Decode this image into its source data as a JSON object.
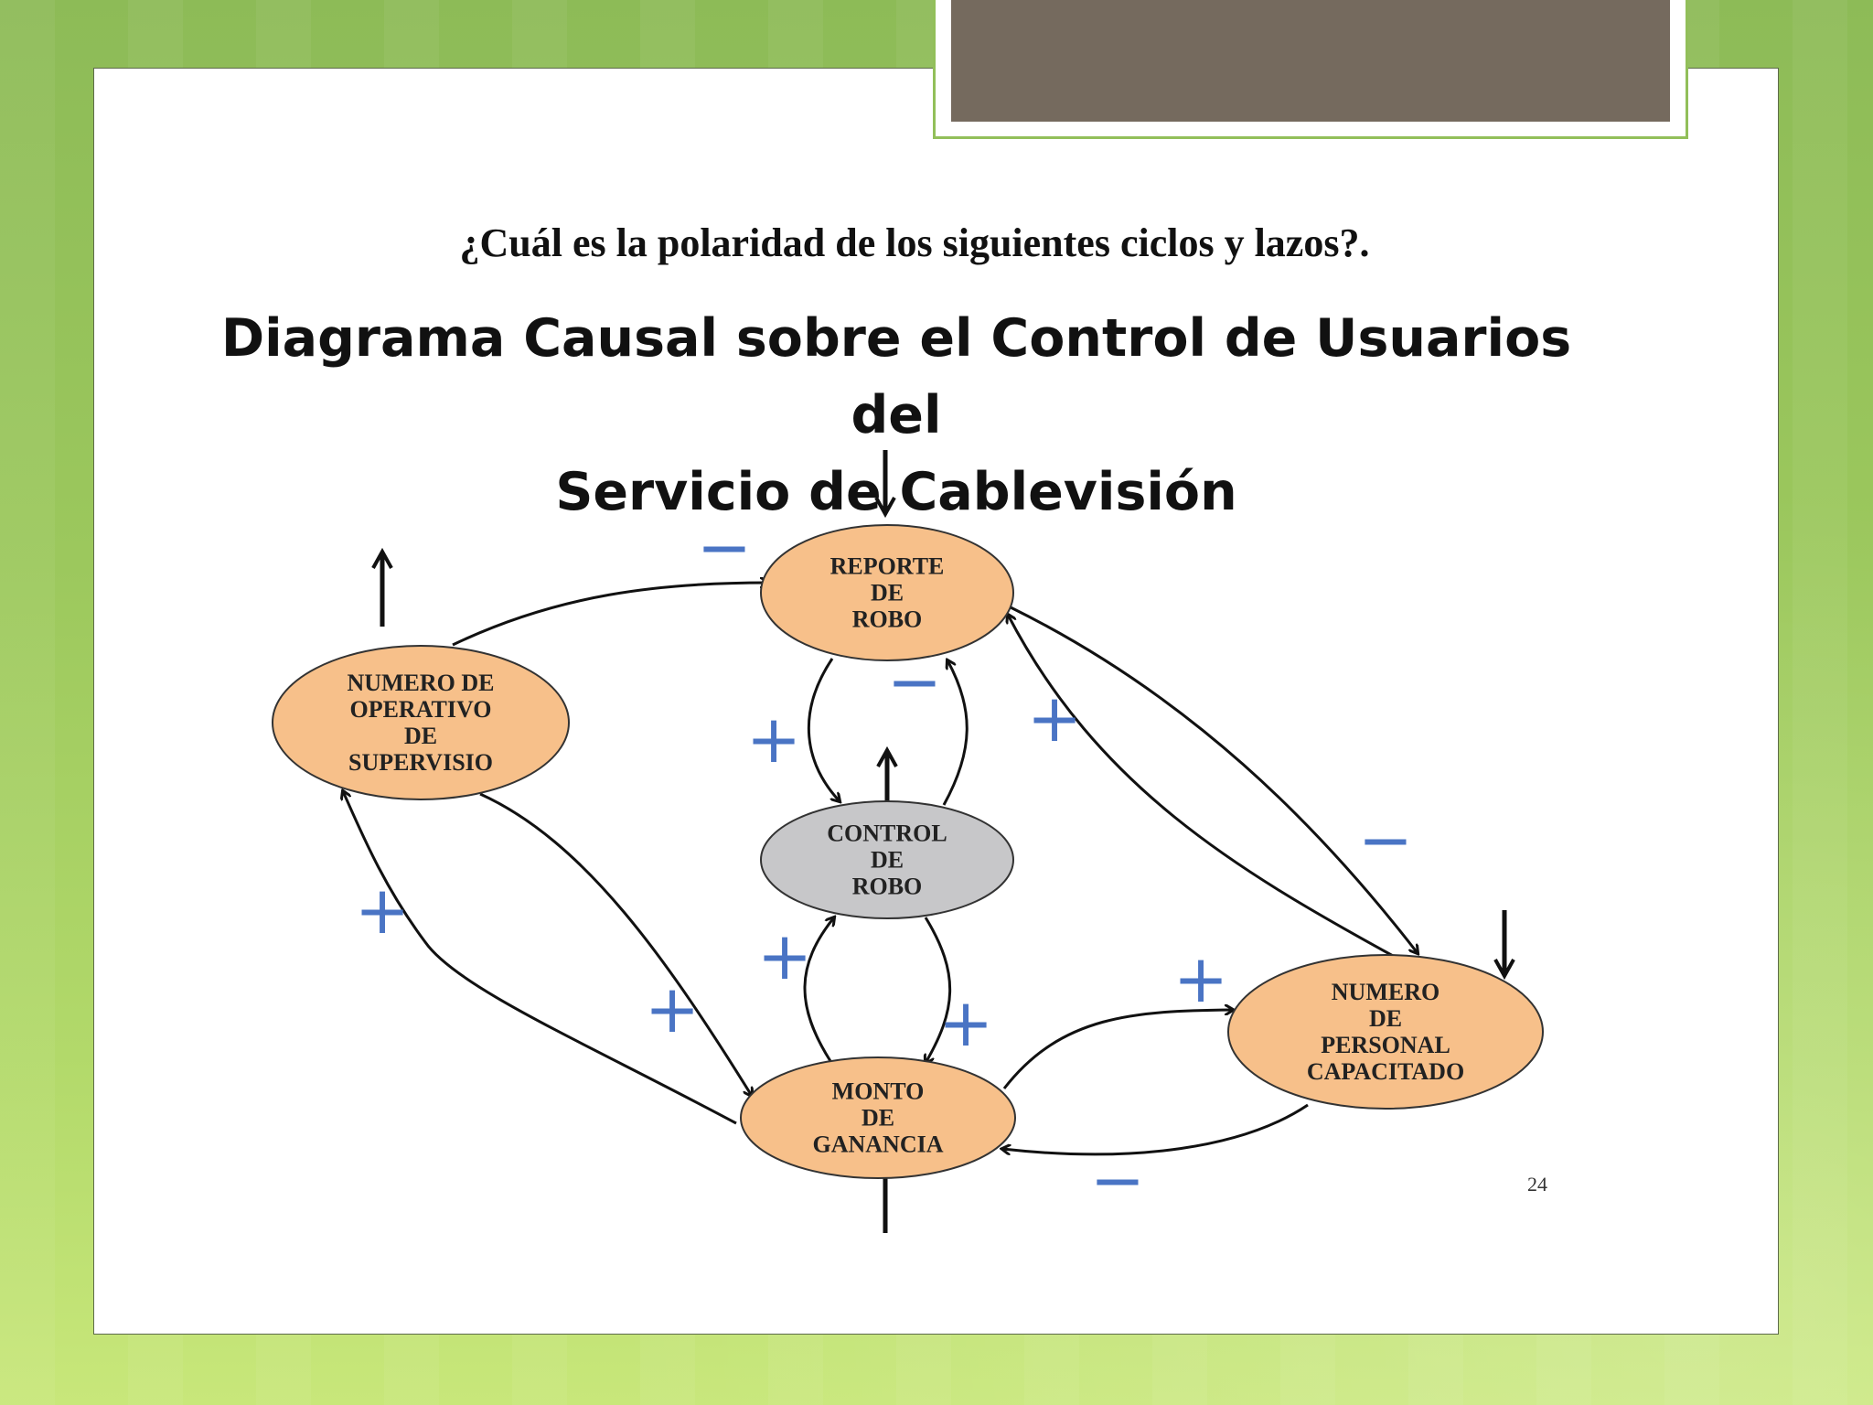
{
  "question": "¿Cuál es la polaridad de los siguientes ciclos y lazos?.",
  "title_line1": "Diagrama Causal sobre el Control de Usuarios del",
  "title_line2": "Servicio de Cablevisión",
  "page_number": "24",
  "colors": {
    "node_fill": "#f7c08a",
    "node_center_fill": "#c7c7c9",
    "sign_color": "#4a74c4",
    "accent_tab": "#756a5e",
    "frame_green": "#92bf5a"
  },
  "nodes": [
    {
      "id": "reporte",
      "lines": [
        "REPORTE",
        "DE",
        "ROBO"
      ]
    },
    {
      "id": "operativo",
      "lines": [
        "NUMERO DE",
        "OPERATIVO",
        "DE",
        "SUPERVISIO"
      ]
    },
    {
      "id": "control",
      "lines": [
        "CONTROL",
        "DE",
        "ROBO"
      ]
    },
    {
      "id": "personal",
      "lines": [
        "NUMERO",
        "DE",
        "PERSONAL",
        "CAPACITADO"
      ]
    },
    {
      "id": "ganancia",
      "lines": [
        "MONTO",
        "DE",
        "GANANCIA"
      ]
    }
  ],
  "links": [
    {
      "from": "operativo",
      "to": "reporte",
      "sign": "−"
    },
    {
      "from": "reporte",
      "to": "control",
      "sign": "+"
    },
    {
      "from": "control",
      "to": "reporte",
      "sign": "−"
    },
    {
      "from": "personal",
      "to": "reporte",
      "sign": "+"
    },
    {
      "from": "reporte",
      "to": "personal",
      "sign": "−"
    },
    {
      "from": "ganancia",
      "to": "operativo",
      "sign": "+"
    },
    {
      "from": "operativo",
      "to": "ganancia",
      "sign": "+"
    },
    {
      "from": "ganancia",
      "to": "control",
      "sign": "+"
    },
    {
      "from": "control",
      "to": "ganancia",
      "sign": "+"
    },
    {
      "from": "ganancia",
      "to": "personal",
      "sign": "+"
    },
    {
      "from": "personal",
      "to": "ganancia",
      "sign": "−"
    }
  ],
  "trend_arrows": [
    {
      "node": "reporte",
      "direction": "down"
    },
    {
      "node": "operativo",
      "direction": "up"
    },
    {
      "node": "control",
      "direction": "up"
    },
    {
      "node": "personal",
      "direction": "down"
    },
    {
      "node": "ganancia",
      "direction": "up"
    }
  ]
}
